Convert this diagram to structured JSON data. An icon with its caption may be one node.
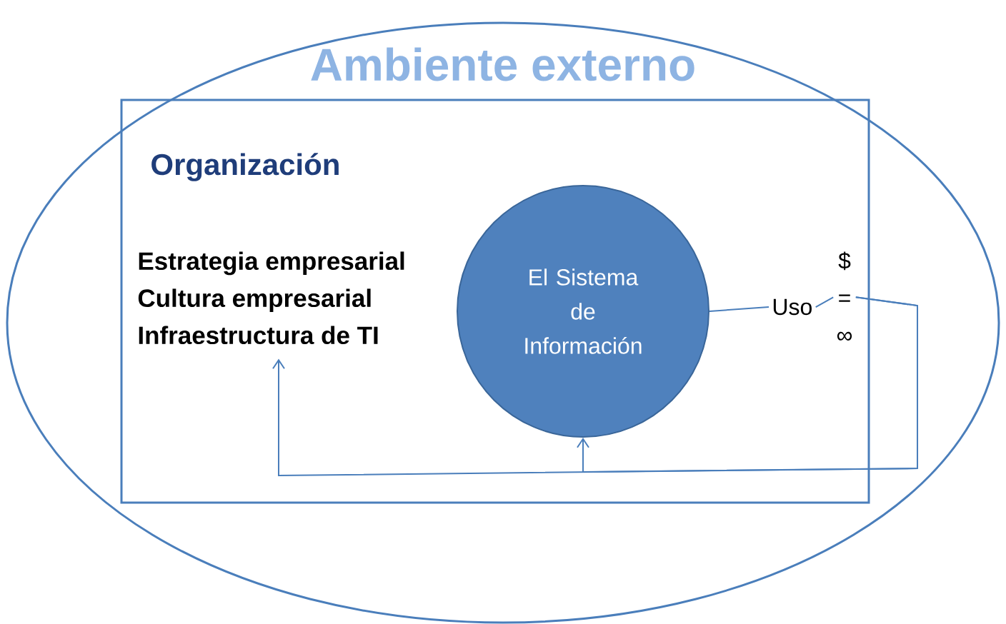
{
  "diagram": {
    "nodes": [
      {
        "text": [
          "Ambiente externo"
        ]
      },
      {
        "text": [
          "Organización"
        ],
        "in": 0
      },
      {
        "text": [
          "Estrategia empresarial",
          "Cultura empresarial",
          "Infraestructura de TI"
        ],
        "in": 1
      },
      {
        "text": [
          "El Sistema de Información"
        ],
        "in": 1
      },
      {
        "text": [
          "Uso"
        ],
        "in": 1
      },
      {
        "text": [
          "$",
          "=",
          "∞"
        ],
        "in": 1
      }
    ],
    "edges": [
      {
        "from": 3,
        "to": 4,
        "arrow": "none"
      },
      {
        "from": 4,
        "to": 5,
        "arrow": "none"
      },
      {
        "from": 5,
        "to": 2,
        "arrow": "to"
      },
      {
        "from": 5,
        "to": 3,
        "arrow": "to"
      }
    ]
  }
}
